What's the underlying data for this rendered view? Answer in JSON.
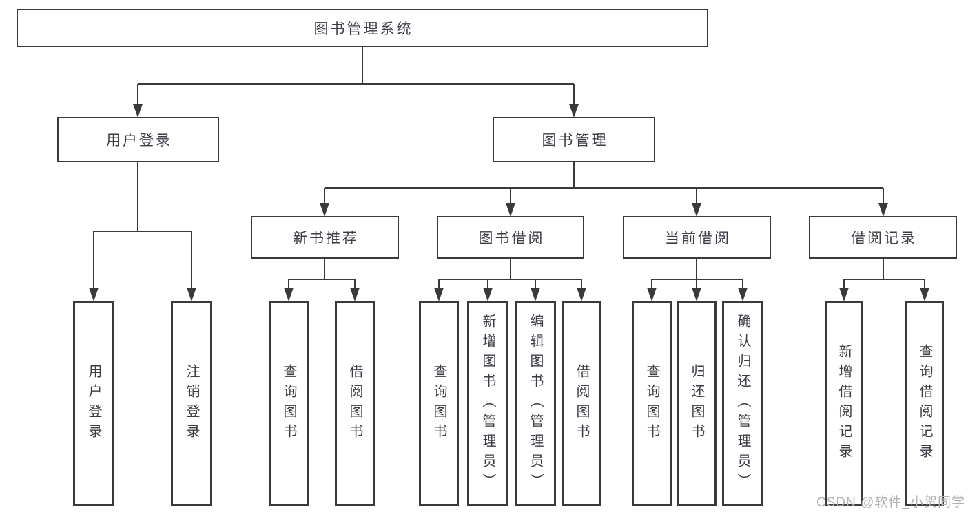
{
  "diagram": {
    "title": "图书管理系统",
    "root": {
      "label": "图书管理系统"
    },
    "level2": [
      {
        "label": "用户登录",
        "children": [
          {
            "label": "用户登录"
          },
          {
            "label": "注销登录"
          }
        ]
      },
      {
        "label": "图书管理",
        "children": [
          {
            "label": "新书推荐",
            "children": [
              {
                "label": "查询图书"
              },
              {
                "label": "借阅图书"
              }
            ]
          },
          {
            "label": "图书借阅",
            "children": [
              {
                "label": "查询图书"
              },
              {
                "label": "新增图书（管理员）"
              },
              {
                "label": "编辑图书（管理员）"
              },
              {
                "label": "借阅图书"
              }
            ]
          },
          {
            "label": "当前借阅",
            "children": [
              {
                "label": "查询图书"
              },
              {
                "label": "归还图书"
              },
              {
                "label": "确认归还（管理员）"
              }
            ]
          },
          {
            "label": "借阅记录",
            "children": [
              {
                "label": "新增借阅记录"
              },
              {
                "label": "查询借阅记录"
              }
            ]
          }
        ]
      }
    ]
  },
  "watermark": "CSDN @软件_小贺同学",
  "colors": {
    "line": "#3a3a3a",
    "text": "#3c3c44",
    "watermark": "#b2b2b2",
    "background": "#ffffff"
  }
}
